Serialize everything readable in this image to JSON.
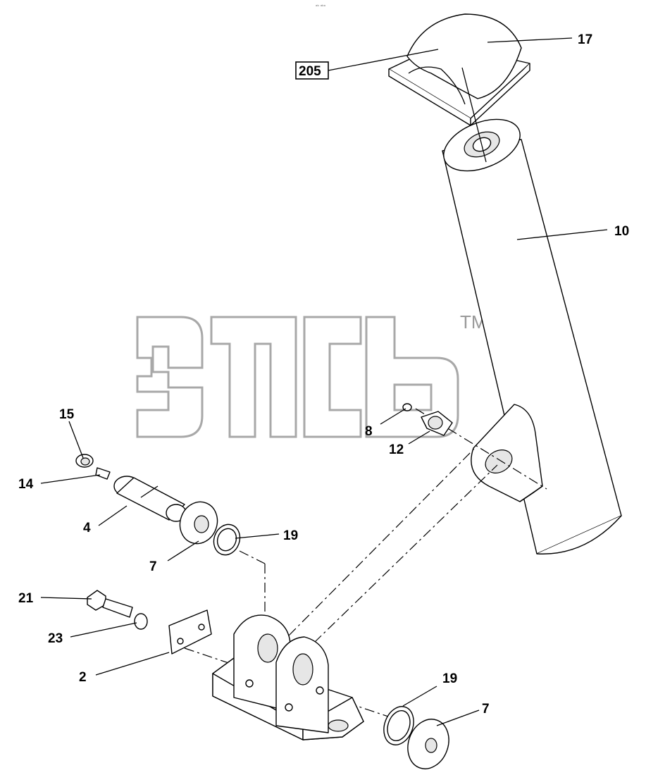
{
  "diagram": {
    "watermark_trademark": "TM",
    "top_note": "ᵃᵇ ᵃᵇᵃ",
    "callouts": [
      {
        "id": "17",
        "text": "17"
      },
      {
        "id": "205",
        "text": "205"
      },
      {
        "id": "10",
        "text": "10"
      },
      {
        "id": "15",
        "text": "15"
      },
      {
        "id": "14",
        "text": "14"
      },
      {
        "id": "4",
        "text": "4"
      },
      {
        "id": "8",
        "text": "8"
      },
      {
        "id": "12",
        "text": "12"
      },
      {
        "id": "19a",
        "text": "19"
      },
      {
        "id": "7a",
        "text": "7"
      },
      {
        "id": "21",
        "text": "21"
      },
      {
        "id": "23",
        "text": "23"
      },
      {
        "id": "2",
        "text": "2"
      },
      {
        "id": "19b",
        "text": "19"
      },
      {
        "id": "7b",
        "text": "7"
      }
    ]
  }
}
